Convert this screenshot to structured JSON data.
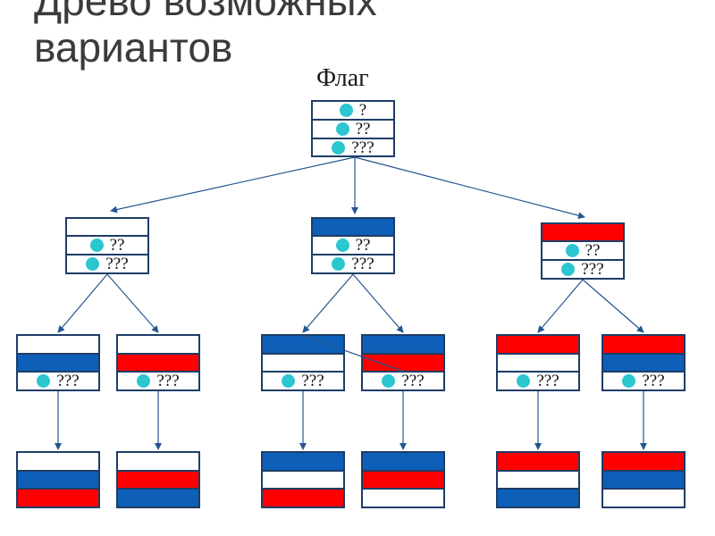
{
  "title": [
    "Древо возможных",
    "вариантов"
  ],
  "root_label": "Флаг",
  "colors": {
    "white": "#ffffff",
    "blue": "#0d5fb7",
    "red": "#ff0000",
    "border": "#1e3d66",
    "dot": "#2bc6d0",
    "connector": "#24558f",
    "background": "#ffffff",
    "title_text": "#3b3b3b"
  },
  "root": {
    "rows": [
      "?",
      "??",
      "???"
    ]
  },
  "level1": [
    {
      "top": "white",
      "rows": [
        "??",
        "???"
      ]
    },
    {
      "top": "blue",
      "rows": [
        "??",
        "???"
      ]
    },
    {
      "top": "red",
      "rows": [
        "??",
        "???"
      ]
    }
  ],
  "level2": [
    {
      "stripes": [
        "white",
        "blue"
      ],
      "row": "???"
    },
    {
      "stripes": [
        "white",
        "red"
      ],
      "row": "???"
    },
    {
      "stripes": [
        "blue",
        "white"
      ],
      "row": "???"
    },
    {
      "stripes": [
        "blue",
        "red"
      ],
      "row": "???"
    },
    {
      "stripes": [
        "red",
        "white"
      ],
      "row": "???"
    },
    {
      "stripes": [
        "red",
        "blue"
      ],
      "row": "???"
    }
  ],
  "level3": [
    {
      "stripes": [
        "white",
        "blue",
        "red"
      ]
    },
    {
      "stripes": [
        "white",
        "red",
        "blue"
      ]
    },
    {
      "stripes": [
        "blue",
        "white",
        "red"
      ]
    },
    {
      "stripes": [
        "blue",
        "red",
        "white"
      ]
    },
    {
      "stripes": [
        "red",
        "white",
        "blue"
      ]
    },
    {
      "stripes": [
        "red",
        "blue",
        "white"
      ]
    }
  ]
}
